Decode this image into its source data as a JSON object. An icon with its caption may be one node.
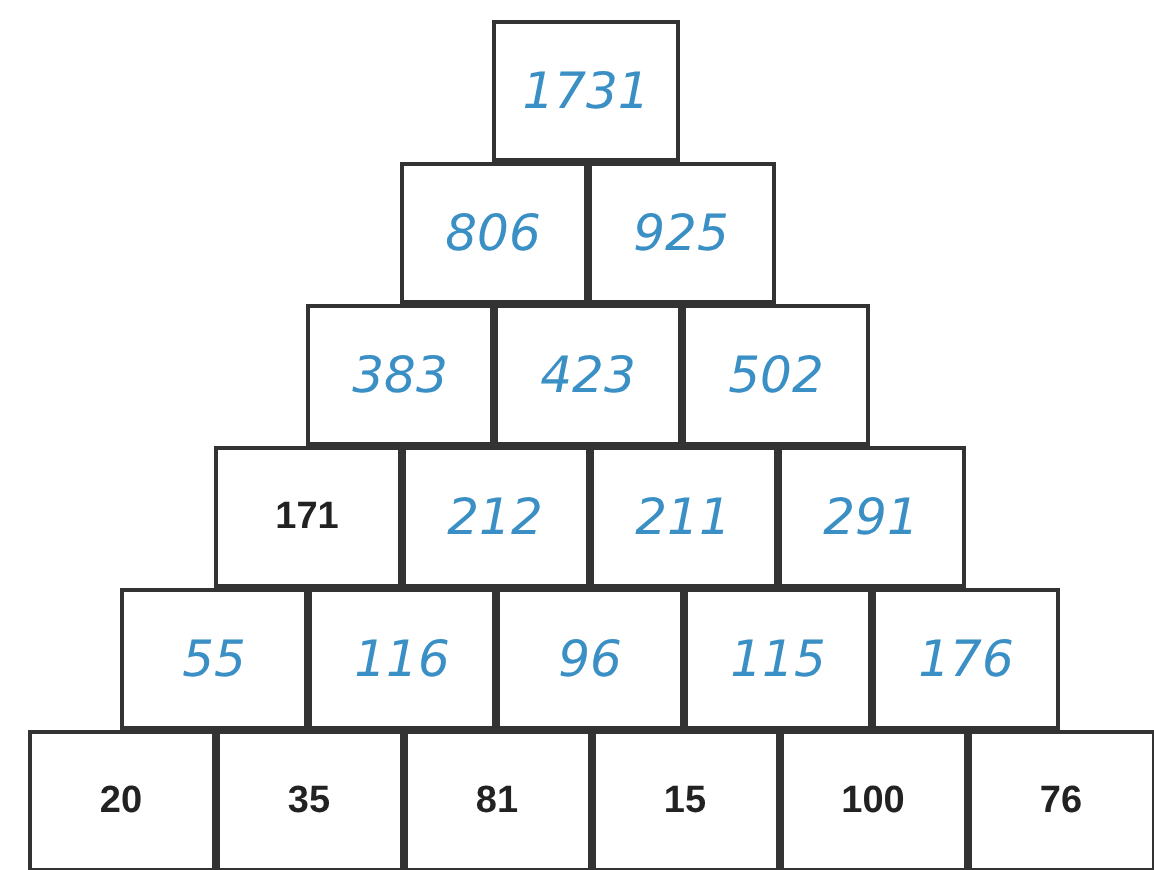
{
  "diagram": {
    "nodes": [
      {
        "text": [
          "1731"
        ]
      },
      {
        "text": [
          "806"
        ]
      },
      {
        "text": [
          "925"
        ]
      },
      {
        "text": [
          "383"
        ]
      },
      {
        "text": [
          "423"
        ]
      },
      {
        "text": [
          "502"
        ]
      },
      {
        "text": [
          "171"
        ]
      },
      {
        "text": [
          "212"
        ]
      },
      {
        "text": [
          "211"
        ]
      },
      {
        "text": [
          "291"
        ]
      },
      {
        "text": [
          "55"
        ]
      },
      {
        "text": [
          "116"
        ]
      },
      {
        "text": [
          "96"
        ]
      },
      {
        "text": [
          "115"
        ]
      },
      {
        "text": [
          "176"
        ]
      },
      {
        "text": [
          "20"
        ]
      },
      {
        "text": [
          "35"
        ]
      },
      {
        "text": [
          "81"
        ]
      },
      {
        "text": [
          "15"
        ]
      },
      {
        "text": [
          "100"
        ]
      },
      {
        "text": [
          "76"
        ]
      }
    ]
  }
}
